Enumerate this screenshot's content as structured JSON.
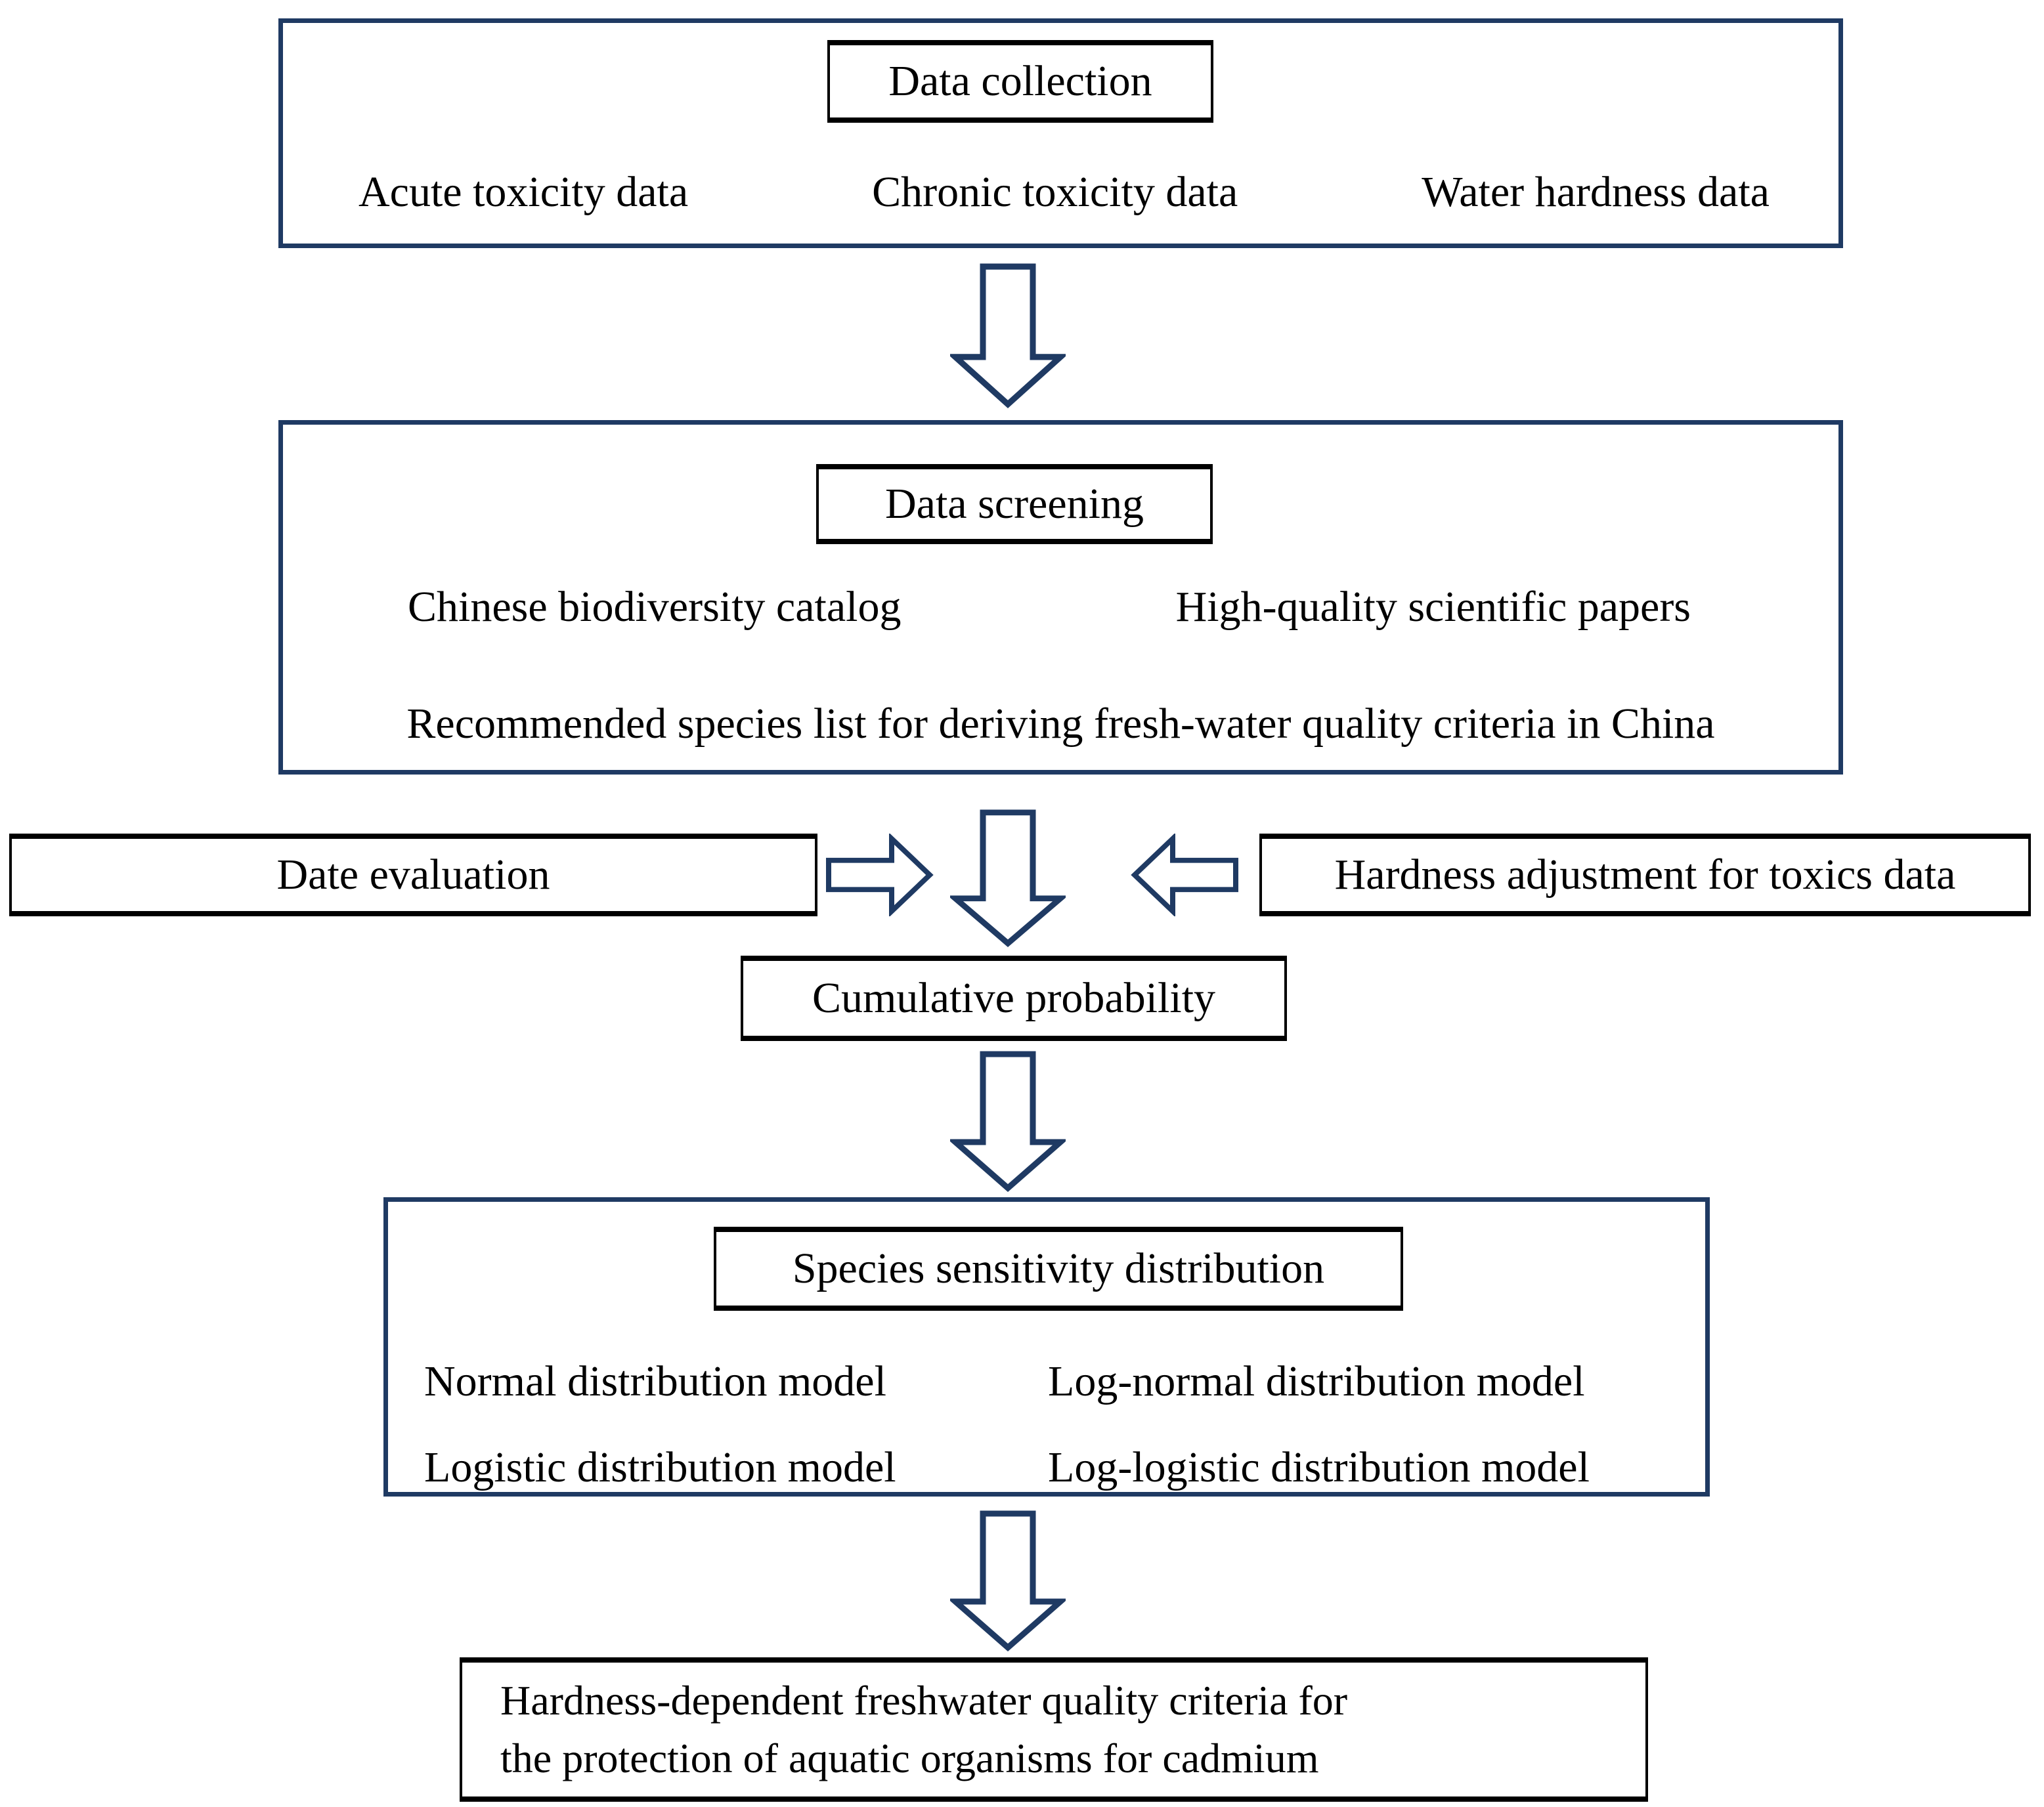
{
  "diagram": {
    "data_collection": {
      "title": "Data collection",
      "items": [
        "Acute toxicity data",
        "Chronic toxicity data",
        "Water hardness data"
      ]
    },
    "data_screening": {
      "title": "Data screening",
      "row1": [
        "Chinese biodiversity catalog",
        "High-quality scientific papers"
      ],
      "row2": "Recommended species list for deriving fresh-water quality criteria in China"
    },
    "side_left": {
      "label": "Date evaluation"
    },
    "side_right": {
      "label": "Hardness adjustment for toxics data"
    },
    "cumulative": {
      "label": "Cumulative probability"
    },
    "species_sensitivity": {
      "title": "Species sensitivity distribution",
      "models": [
        "Normal distribution model",
        "Log-normal distribution model",
        "Logistic distribution model",
        "Log-logistic distribution model"
      ]
    },
    "outcome": {
      "line1": "Hardness-dependent freshwater quality criteria for",
      "line2": "the protection of aquatic organisms for cadmium"
    }
  },
  "colors": {
    "accent_navy": "#1f3a63",
    "box_border_black": "#000000"
  }
}
